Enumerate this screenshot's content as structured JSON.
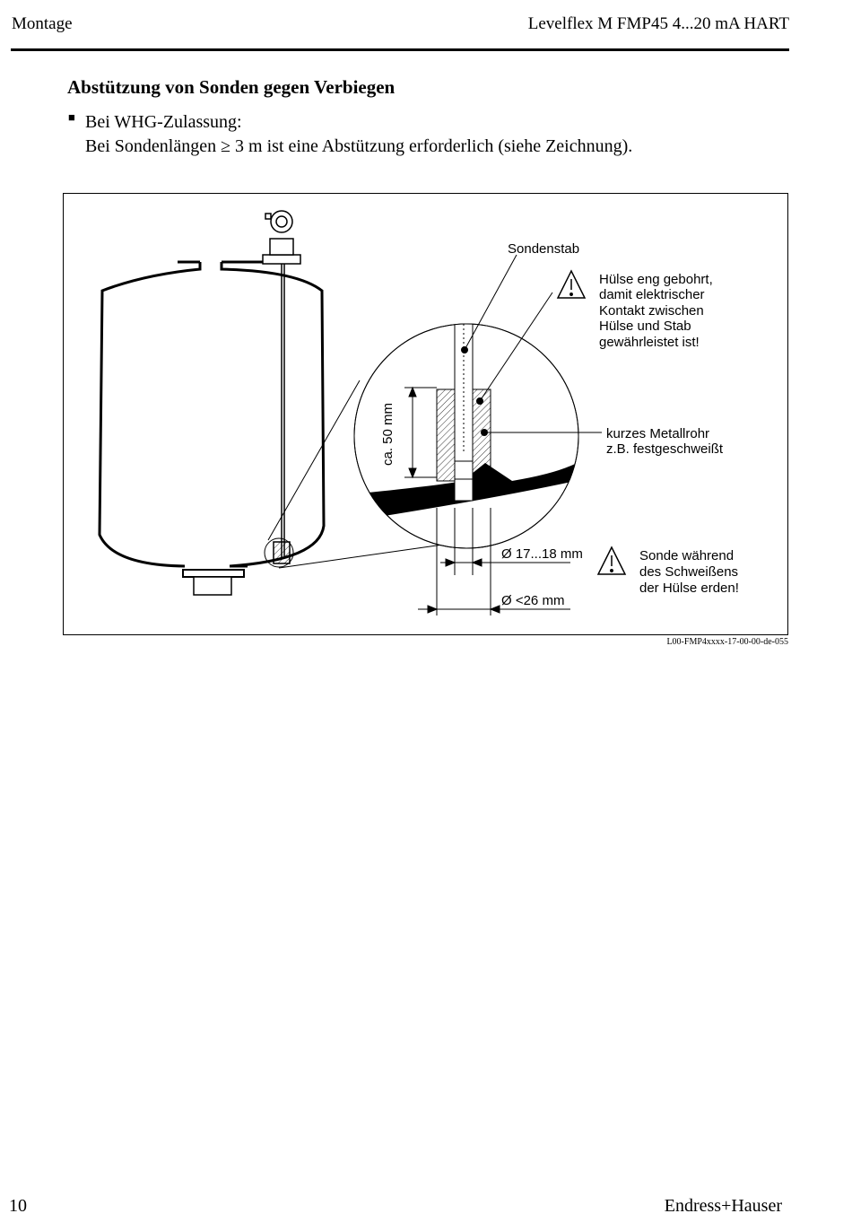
{
  "header": {
    "section": "Montage",
    "product": "Levelflex M FMP45 4...20 mA HART"
  },
  "section_title": "Abstützung von Sonden gegen Verbiegen",
  "bullet": {
    "line1": "Bei WHG-Zulassung:",
    "line2": "Bei Sondenlängen ≥ 3 m ist eine Abstützung erforderlich (siehe Zeichnung)."
  },
  "figure": {
    "label_rod": "Sondenstab",
    "warning1": [
      "Hülse eng gebohrt,",
      "damit elektrischer",
      "Kontakt zwischen",
      "Hülse und Stab",
      "gewährleistet ist!"
    ],
    "height_label": "ca. 50 mm",
    "tube_label": [
      "kurzes Metallrohr",
      "z.B. festgeschweißt"
    ],
    "diameter_inner": "Ø 17...18 mm",
    "diameter_outer": "Ø <26 mm",
    "warning2": [
      "Sonde während",
      "des Schweißens",
      "der Hülse erden!"
    ],
    "warning_icon": "warning-triangle-icon",
    "id": "L00-FMP4xxxx-17-00-00-de-055"
  },
  "footer": {
    "page_number": "10",
    "brand": "Endress+Hauser"
  }
}
